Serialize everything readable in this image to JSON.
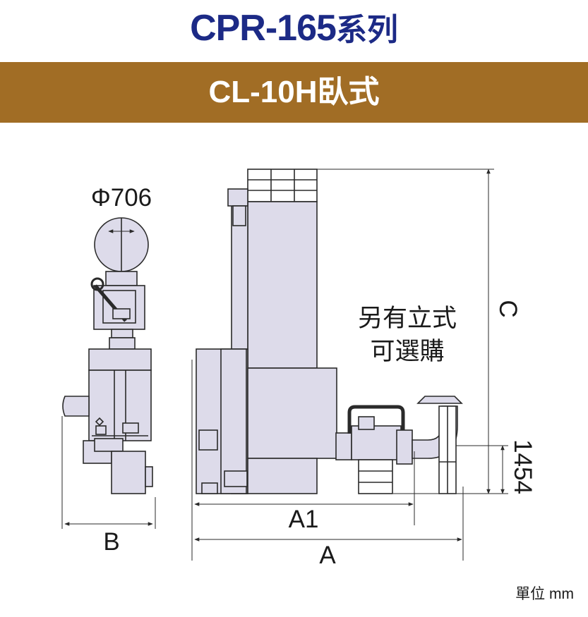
{
  "header": {
    "title_model": "CPR-165",
    "title_suffix": "系列",
    "subtitle": "CL-10H臥式"
  },
  "drawing": {
    "diameter_label": "Φ706",
    "note_line1": "另有立式",
    "note_line2": "可選購",
    "dim_c": "C",
    "dim_height": "1454",
    "dim_a1": "A1",
    "dim_a": "A",
    "dim_b": "B"
  },
  "footer": {
    "unit_text": "單位 mm"
  },
  "colors": {
    "title": "#1c2a86",
    "banner": "#a16d25",
    "machine_fill": "#dddbea",
    "line": "#2a2a2a"
  }
}
